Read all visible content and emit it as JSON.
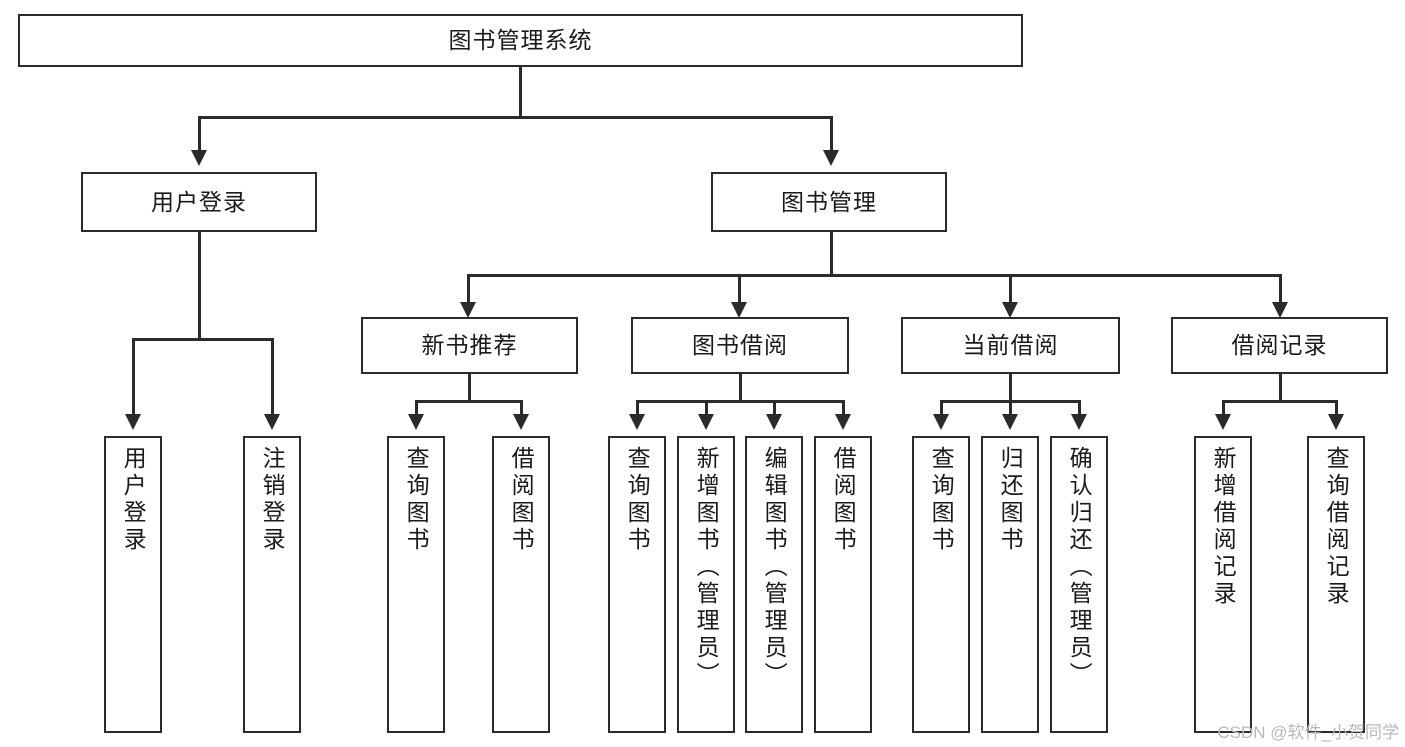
{
  "diagram": {
    "type": "hierarchy-tree",
    "title": "图书管理系统",
    "watermark": "CSDN @软件_小贺同学",
    "colors": {
      "stroke": "#2b2b2b",
      "fill": "#ffffff",
      "text": "#1a1a1a",
      "watermark": "#b9b9b9"
    },
    "levels": {
      "root": {
        "label": "图书管理系统"
      },
      "level2": [
        {
          "label": "用户登录"
        },
        {
          "label": "图书管理"
        }
      ],
      "level3": [
        {
          "label": "新书推荐"
        },
        {
          "label": "图书借阅"
        },
        {
          "label": "当前借阅"
        },
        {
          "label": "借阅记录"
        }
      ],
      "leaves": {
        "user_login": [
          {
            "label": "用户登录"
          },
          {
            "label": "注销登录"
          }
        ],
        "new_book_recommend": [
          {
            "label": "查询图书"
          },
          {
            "label": "借阅图书"
          }
        ],
        "book_borrow": [
          {
            "label": "查询图书"
          },
          {
            "label": "新增图书（管理员）"
          },
          {
            "label": "编辑图书（管理员）"
          },
          {
            "label": "借阅图书"
          }
        ],
        "current_borrow": [
          {
            "label": "查询图书"
          },
          {
            "label": "归还图书"
          },
          {
            "label": "确认归还（管理员）"
          }
        ],
        "borrow_record": [
          {
            "label": "新增借阅记录"
          },
          {
            "label": "查询借阅记录"
          }
        ]
      }
    }
  }
}
